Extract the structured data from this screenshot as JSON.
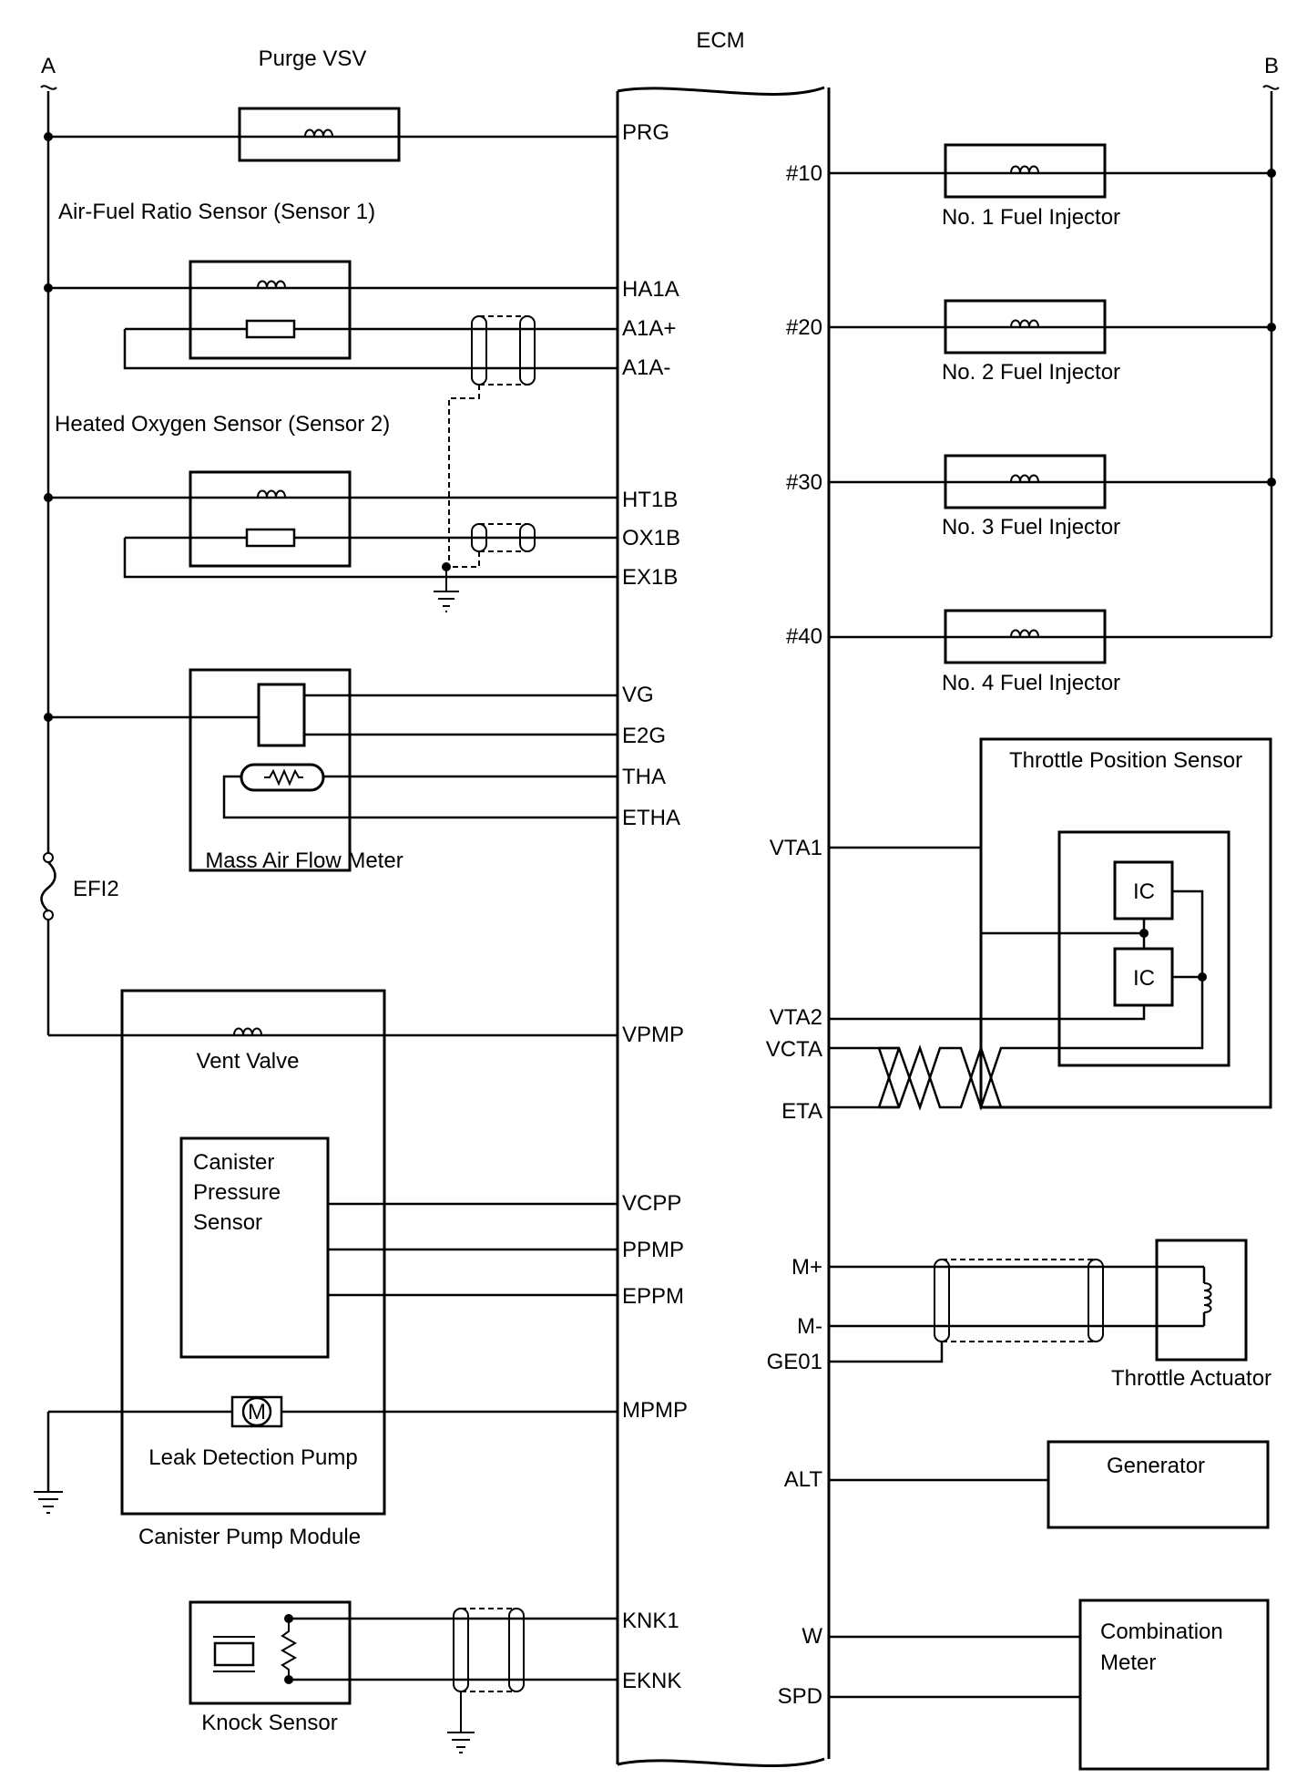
{
  "ecm": {
    "title": "ECM",
    "left_pins": [
      "PRG",
      "HA1A",
      "A1A+",
      "A1A-",
      "HT1B",
      "OX1B",
      "EX1B",
      "VG",
      "E2G",
      "THA",
      "ETHA",
      "VPMP",
      "VCPP",
      "PPMP",
      "EPPM",
      "MPMP",
      "KNK1",
      "EKNK"
    ],
    "right_pins": [
      "#10",
      "#20",
      "#30",
      "#40",
      "VTA1",
      "VTA2",
      "VCTA",
      "ETA",
      "M+",
      "M-",
      "GE01",
      "ALT",
      "W",
      "SPD"
    ]
  },
  "connectors": {
    "a": "A",
    "b": "B"
  },
  "components": {
    "purge_vsv": "Purge VSV",
    "af_sensor": "Air-Fuel Ratio Sensor (Sensor 1)",
    "ho2_sensor": "Heated Oxygen Sensor (Sensor 2)",
    "maf": "Mass Air Flow Meter",
    "fuse": "EFI2",
    "vent_valve": "Vent Valve",
    "canister_sensor": [
      "Canister",
      "Pressure",
      "Sensor"
    ],
    "pump": "Leak Detection Pump",
    "pump_motor": "M",
    "pump_module": "Canister Pump Module",
    "knock": "Knock Sensor",
    "injectors": [
      "No. 1 Fuel Injector",
      "No. 2 Fuel Injector",
      "No. 3 Fuel Injector",
      "No. 4 Fuel Injector"
    ],
    "tps": "Throttle Position Sensor",
    "ic": "IC",
    "actuator": "Throttle Actuator",
    "generator": "Generator",
    "meter": [
      "Combination",
      "Meter"
    ]
  }
}
